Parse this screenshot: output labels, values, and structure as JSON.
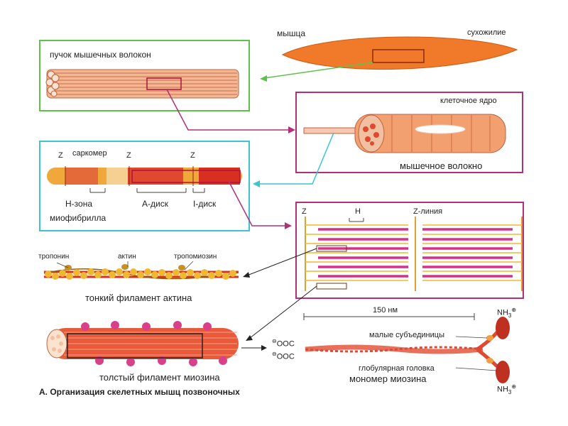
{
  "colors": {
    "green_frame": "#5cc24a",
    "magenta_frame": "#b0307a",
    "cyan_frame": "#3cc4d0",
    "muscle_orange": "#f07a2a",
    "fiber_red": "#e04830",
    "actin_yellow": "#f0b830",
    "myosin_magenta": "#d8308a"
  },
  "labels": {
    "muscle": "мышца",
    "tendon": "сухожилие",
    "fiber_bundle": "пучок мышечных волокон",
    "cell_nucleus": "клеточное ядро",
    "muscle_fiber": "мышечное волокно",
    "z_left": "Z",
    "sarcomere": "саркомер",
    "z_mid": "Z",
    "z_right": "Z",
    "h_zone": "Н-зона",
    "a_disc": "А-диск",
    "i_disc": "I-диск",
    "myofibril": "миофибрилла",
    "sarc_z": "Z",
    "sarc_h": "H",
    "z_line": "Z-линия",
    "troponin": "тропонин",
    "actin": "актин",
    "tropomyosin": "тропомиозин",
    "thin_filament": "тонкий филамент актина",
    "length_150": "150 нм",
    "nh3_top": "NH",
    "small_subunits": "малые субъединицы",
    "ooc_top": "OOC",
    "ooc_bottom": "OOC",
    "globular_head": "глобулярная головка",
    "myosin_monomer": "мономер миозина",
    "nh3_bottom": "NH",
    "thick_filament": "толстый филамент миозина",
    "caption": "А. Организация скелетных мышц позвоночных"
  }
}
